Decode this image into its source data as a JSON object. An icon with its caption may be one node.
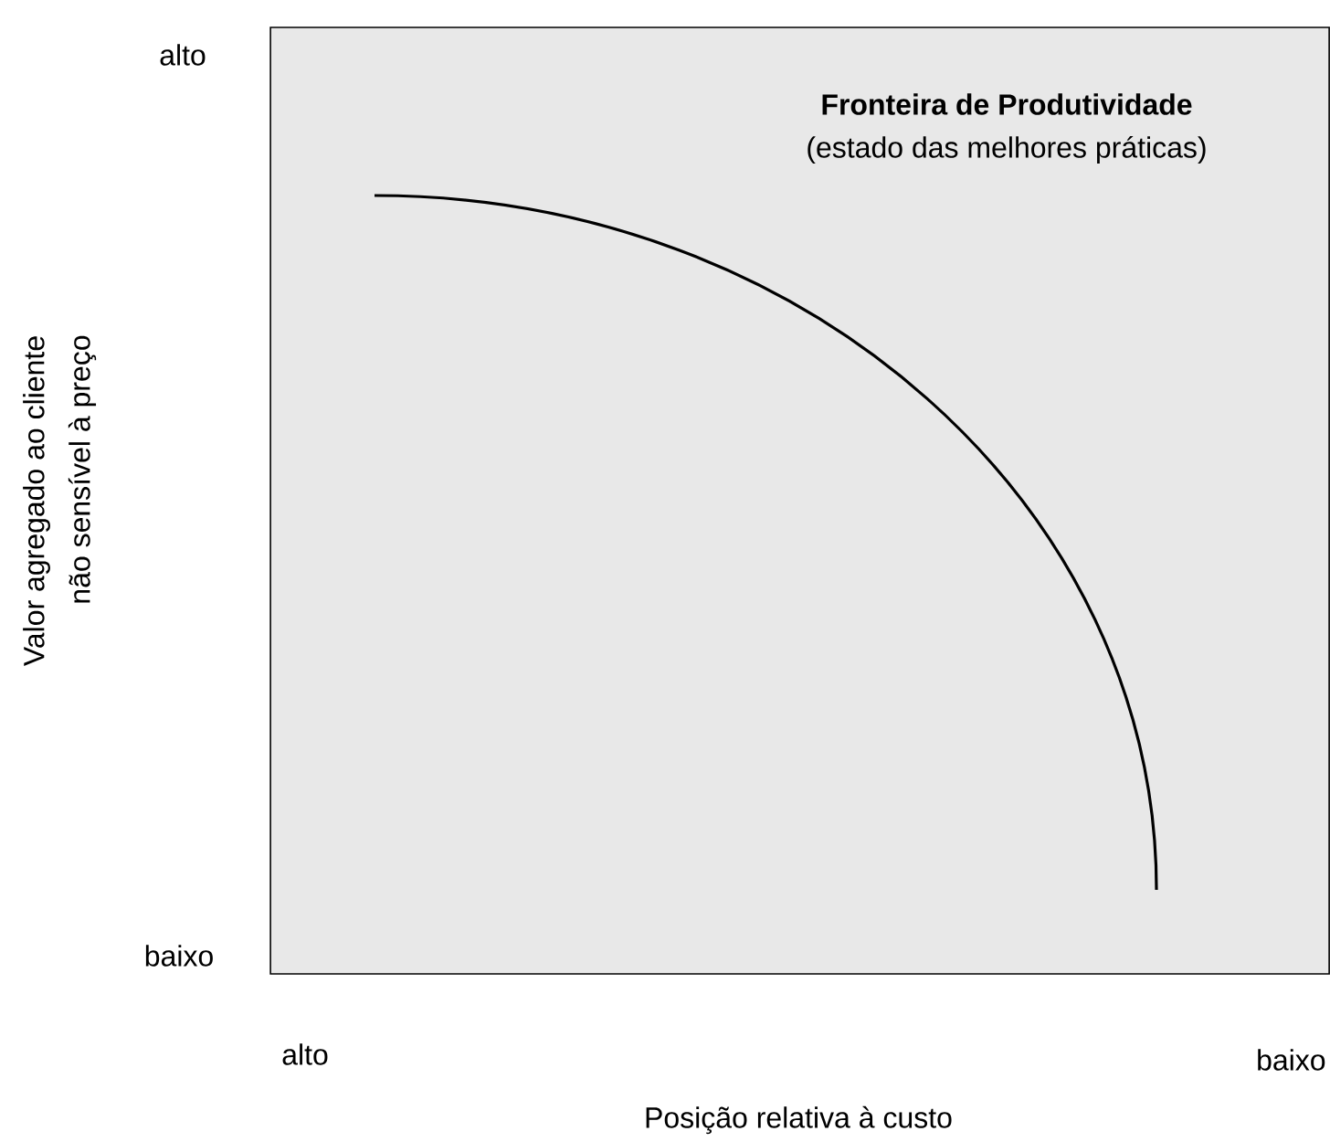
{
  "diagram": {
    "nodes": [
      {
        "text": [
          "**Fronteira de Produtividade**",
          "(estado das melhores práticas)"
        ]
      }
    ],
    "labels": [
      "alto",
      "baixo",
      "Valor agregado ao cliente",
      "não sensível à preço",
      "alto",
      "baixo",
      "Posição relativa à custo"
    ]
  }
}
